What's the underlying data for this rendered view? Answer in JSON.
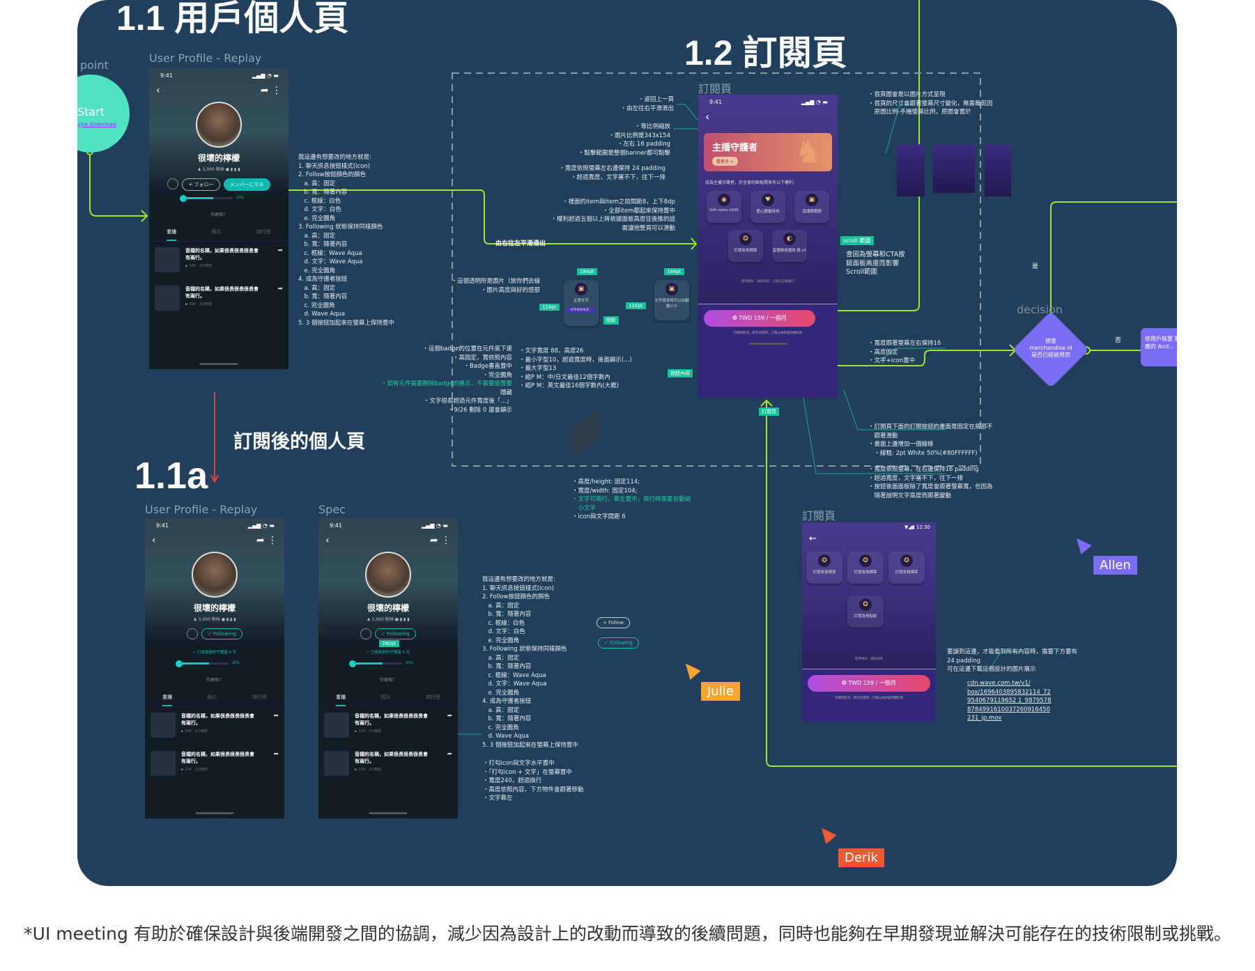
{
  "titles": {
    "s11": "1.1 用戶個人頁",
    "s12": "1.2 訂閱頁",
    "s11a": "1.1a",
    "after_sub": "訂閱後的個人頁"
  },
  "labels": {
    "point": "point",
    "profile_replay": "User Profile - Replay",
    "profile_replay2": "User Profile - Replay",
    "spec": "Spec",
    "sub_page": "訂閱頁",
    "sub_page2": "訂閱頁",
    "decision": "decision",
    "yes": "是",
    "no": "否",
    "slide_in": "由右往左平滑滑出"
  },
  "start": {
    "label": "Start",
    "link": "ype download"
  },
  "decision": {
    "text": "檢查 merchandise id 是否已經被用完",
    "right_box": "依用戶裝置 對應的 And..."
  },
  "profile": {
    "time": "9:41",
    "name": "很壞的檸檬",
    "stats": "5,990 粉絲",
    "follow": "+ フォロー",
    "member": "メンバーになる",
    "following": "✓ Following",
    "guardian": "✓ 已成為他的守護者 6 天",
    "ask": "你敢嗎？",
    "pct": "20%",
    "tabs": [
      "重播",
      "照片",
      "排行榜"
    ],
    "items": [
      {
        "title": "音檔的名稱，如果很長很長很長會有兩行。",
        "meta": "▶ 100　2小時前"
      },
      {
        "title": "音檔的名稱，如果很長很長很長會有兩行。",
        "meta": "▶ 100　2小時前"
      }
    ]
  },
  "subscription": {
    "time": "9:41",
    "banner_title": "主播守護者",
    "banner_btn": "看更多 >",
    "intro": "成為主播守護者，於全會的面板開享有以下權利：",
    "perks": [
      "Gift coins x300",
      "愛心圖像特效",
      "直播間專圖",
      "訂閱會員標章",
      "直播間會播放 錄 x5"
    ],
    "footer": "使用條款｜隱私政策｜訂閱已自動續訂",
    "cta": "TWD 159 / 一個月",
    "fine": "可隨時取消，將在結帳時，訂閱以後將會持續扣款"
  },
  "android": {
    "time": "12:30",
    "perks": [
      "訂閱會員標章",
      "訂閱會員標章",
      "訂閱會員標章",
      "訂閱會員貼紙"
    ],
    "footer": "使用條款　隱私政策",
    "cta": "TWD 159 / 一個月",
    "fine": "可隨時取消，將在結帳時，訂閱以後將會持續扣款"
  },
  "spec_badges": {
    "w1": "184pt",
    "w2": "184pt",
    "h1": "114pt",
    "h2": "114pt",
    "gap": "間距",
    "scroll": "scroll 範圍",
    "cta_panel": "按鈕內容",
    "sub_page": "訂閱頁",
    "pt240": "240pt"
  },
  "spec_cards": {
    "a": "正常文字",
    "a_badge": "文字很多很多...",
    "b": "文字很多時可以自動縮小小"
  },
  "notes": {
    "profile_changes": [
      "我這邊有想要改的地方就是:",
      "1. 聊天訊息按鈕樣式(icon)",
      "2. Follow按鈕顏色的顏色",
      "　a. 高：固定",
      "　b. 寬：隨著內容",
      "　c. 框線：白色",
      "　d. 文字：白色",
      "　e. 完全圓角",
      "3. Following 狀態保持同樣顏色",
      "　a. 高：固定",
      "　b. 寬：隨著內容",
      "　c. 框線：Wave Aqua",
      "　d. 文字：Wave Aqua",
      "　e. 完全圓角",
      "4. 成為守護者按鈕",
      "　a. 高：固定",
      "　b. 寬：隨著內容",
      "　c. 完全圓角",
      "　d. Wave Aqua",
      "5. 3 個按鈕加起來在螢幕上保持置中"
    ],
    "back": [
      "・返回上一頁",
      "・由左往右平滑滑出"
    ],
    "banner": [
      "・等比例縮放",
      "・圖片比例是343x154",
      "・左右 16 padding",
      "・點擊範圍是整個banner都可點擊"
    ],
    "width24": [
      "・寬度依照螢幕左右邊保持 24 padding",
      "・超過寬度，文字塞不下，往下一排"
    ],
    "items": [
      "・裡面的item與item之前間距8，上下8dp",
      "・全部item都起來保持置中",
      "・權利超過五個以上將依據面板高度往後推的話",
      "　需讓他整頁可以滑動"
    ],
    "header_img": [
      "・首頁圖會是以圖片方式呈現",
      "・首頁的尺寸會跟著螢幕尺寸變化，無需裁剪因",
      "　原圖比例-手機螢幕比例，原圖會置於"
    ],
    "scroll": [
      "會因為螢幕和CTA按",
      "鈕面板高度而影響",
      "Scroll範圍"
    ],
    "cta": [
      "・寬度跟著螢幕左右保持16",
      "・高度固定",
      "・文字+icon置中"
    ],
    "panel": [
      "・訂閱頁下面的訂閱按鈕的畫面是固定在底部不",
      "　跟著滑動",
      "・畫面上邊增加一個線條",
      "　・線粗: 2pt White 50%(#80FFFFFF)"
    ],
    "fine": [
      "・寬度依照螢幕，在右邊保持16 padding",
      "・超過寬度，文字塞不下，往下一排",
      "・按鈕後面面板除了寬度會跟著螢幕寬，也因為",
      "　隨著說明文字高度而跟著變動"
    ],
    "card_img": [
      "・這個透明所是圖片（放你們去線",
      "・圖片高度與好的感部"
    ],
    "badge": [
      "・這個badge的位置在元件底下連",
      "・高固定，寬依照內容",
      "・Badge垂直置中",
      "・完全圓角",
      "・如有元件需要刪除badge的展示，不需要設置要",
      "　隱藏",
      "・文字很長超過元件寬度後「...」",
      "・9/26 刪除 0 還會顯示"
    ],
    "text_size": [
      "・文字寬度 88，高度26",
      "・最小字型10，超過寬度時，後面顯示(...)",
      "・最大字型13",
      "・組P M：中/日文最佳12個字數內",
      "・組P M：英文最佳16個字數內(大概)"
    ],
    "size": [
      "・高度/height: 固定114;",
      "・寬度/width: 固定104;",
      "・文字可兩行，靠左置中，兩行時需要自動縮",
      "　小文字",
      "・icon與文字間距 6"
    ],
    "spec_changes": [
      "我這邊有想要改的地方就是:",
      "1. 聊天訊息按鈕樣式(icon)",
      "2. Follow按鈕顏色的顏色",
      "　a. 高：固定",
      "　b. 寬：隨著內容",
      "　c. 框線：白色",
      "　d. 文字：白色",
      "　e. 完全圓角",
      "3. Following 狀態保持同樣顏色",
      "　a. 高：固定",
      "　b. 寬：隨著內容",
      "　c. 框線：Wave Aqua",
      "　d. 文字：Wave Aqua",
      "　e. 完全圓角",
      "4. 成為守護者按鈕",
      "　a. 高：固定",
      "　b. 寬：隨著內容",
      "　c. 完全圓角",
      "　d. Wave Aqua",
      "5. 3 個按鈕加起來在螢幕上保持置中"
    ],
    "check": [
      "・打勾icon與文字水平置中",
      "・「打勾icon + 文字」在螢幕置中",
      "・寬度240，超過換行",
      "・高度依照內容，下方物件會跟著移動",
      "・文字靠左"
    ],
    "android": [
      "要讀到這邊，才能看到所有內容時，需要下方要有",
      "24 padding",
      "可在這邊下載這個設計的圖片展示"
    ],
    "android_link": [
      "cdn.wave.com.tw/v1/",
      "box/1696403895832114_72",
      "9540679119652 1_9879578",
      "8784991610037260916450",
      "231_jp.mov"
    ]
  },
  "pills": {
    "follow": "+ Follow",
    "following": "✓ Following"
  },
  "cursors": [
    {
      "name": "Allen",
      "color": "#7b6cf6"
    },
    {
      "name": "Julie",
      "color": "#f7a530"
    },
    {
      "name": "Derik",
      "color": "#ef5a32"
    }
  ],
  "caption": "*UI meeting 有助於確保設計與後端開發之間的協調，減少因為設計上的改動而導致的後續問題，同時也能夠在早期發現並解決可能存在的技術限制或挑戰。",
  "colors": {
    "board": "#213f5b",
    "accent_line": "#a6e22e",
    "aqua": "#1ab9b0",
    "start": "#4fe3c1",
    "decision": "#7b6cf6"
  }
}
